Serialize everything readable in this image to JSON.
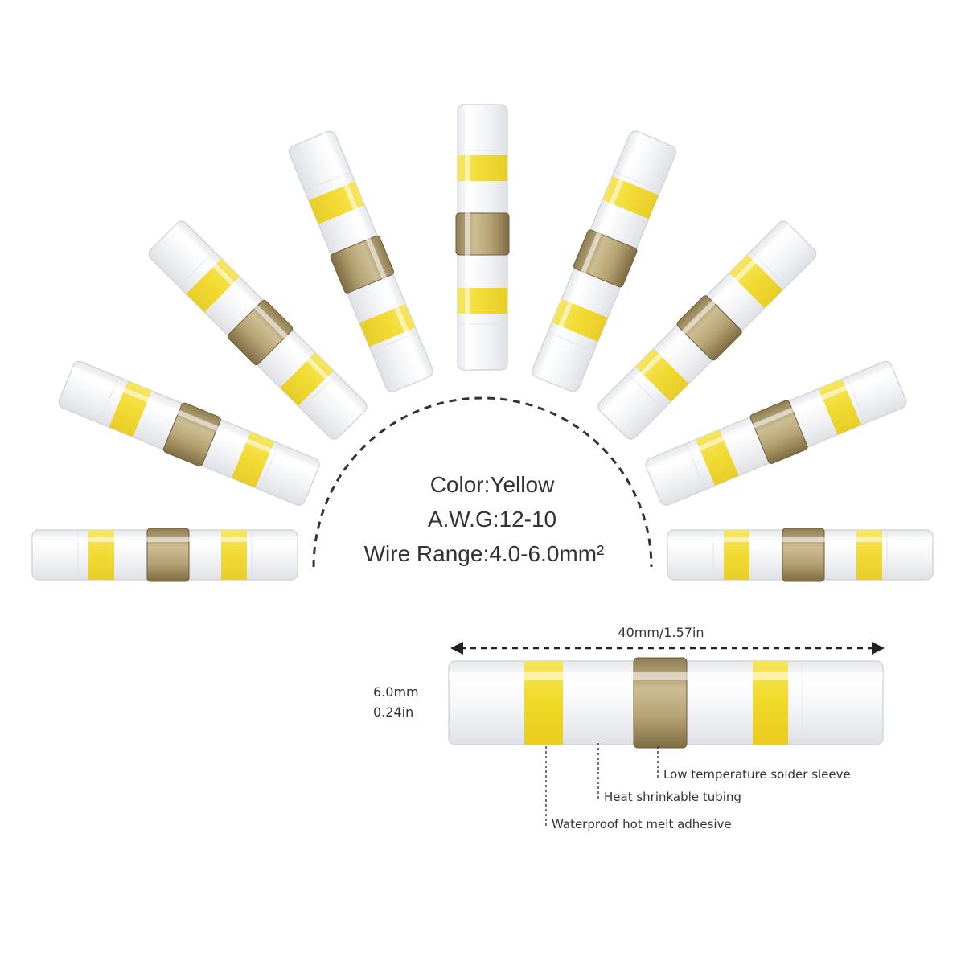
{
  "specs": {
    "color": "Color:Yellow",
    "awg": "A.W.G:12-10",
    "wire_range": "Wire  Range:4.0-6.0mm²"
  },
  "dimensions": {
    "length": "40mm/1.57in",
    "diameter_mm": "6.0mm",
    "diameter_in": "0.24in"
  },
  "callouts": {
    "solder_sleeve": "Low temperature solder sleeve",
    "heat_shrink": "Heat shrinkable tubing",
    "adhesive": "Waterproof hot melt adhesive"
  },
  "connector_count": 9,
  "colors": {
    "adhesive_ring": "#f3df2e",
    "solder_band": "#b8a77a",
    "tube_body": "#f1f2f5",
    "tube_outline": "#d6d8de"
  }
}
